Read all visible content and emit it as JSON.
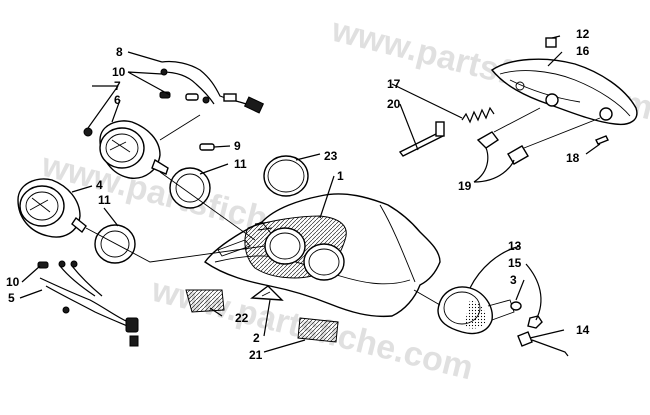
{
  "watermark": "www.partsfiche.com",
  "callouts": [
    {
      "id": "c1",
      "text": "1"
    },
    {
      "id": "c2",
      "text": "2"
    },
    {
      "id": "c3",
      "text": "3"
    },
    {
      "id": "c4",
      "text": "4"
    },
    {
      "id": "c5",
      "text": "5"
    },
    {
      "id": "c6",
      "text": "6"
    },
    {
      "id": "c7",
      "text": "7"
    },
    {
      "id": "c8",
      "text": "8"
    },
    {
      "id": "c9",
      "text": "9"
    },
    {
      "id": "c10a",
      "text": "10"
    },
    {
      "id": "c10b",
      "text": "10"
    },
    {
      "id": "c11a",
      "text": "11"
    },
    {
      "id": "c11b",
      "text": "11"
    },
    {
      "id": "c12",
      "text": "12"
    },
    {
      "id": "c13",
      "text": "13"
    },
    {
      "id": "c14",
      "text": "14"
    },
    {
      "id": "c15",
      "text": "15"
    },
    {
      "id": "c16",
      "text": "16"
    },
    {
      "id": "c17",
      "text": "17"
    },
    {
      "id": "c18",
      "text": "18"
    },
    {
      "id": "c19",
      "text": "19"
    },
    {
      "id": "c20",
      "text": "20"
    },
    {
      "id": "c21",
      "text": "21"
    },
    {
      "id": "c22",
      "text": "22"
    },
    {
      "id": "c23",
      "text": "23"
    }
  ]
}
